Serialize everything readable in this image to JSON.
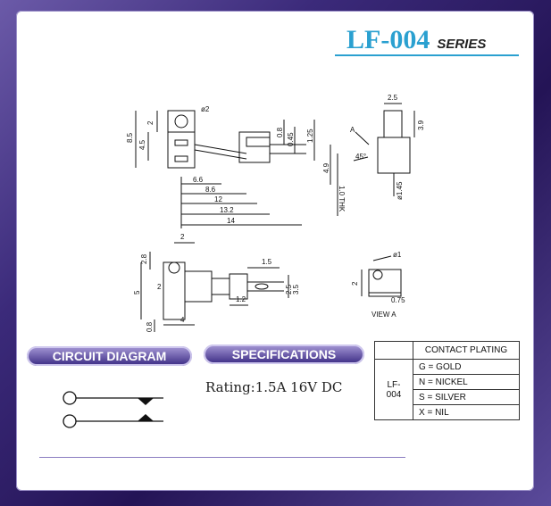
{
  "title": {
    "model": "LF-004",
    "series": "SERIES"
  },
  "sections": {
    "circuit": "CIRCUIT DIAGRAM",
    "specifications": "SPECIFICATIONS"
  },
  "rating": "Rating:1.5A 16V DC",
  "plating": {
    "header": "CONTACT PLATING",
    "series": "LF-004",
    "options": [
      "G = GOLD",
      "N = NICKEL",
      "S = SILVER",
      "X = NIL"
    ]
  },
  "dims": {
    "top_left": [
      "ø2",
      "2",
      "4.5",
      "8.5"
    ],
    "top_mid": [
      "0.8",
      "0.45",
      "1.25",
      "4.9",
      "6.6",
      "8.6",
      "12",
      "13.2",
      "14"
    ],
    "side": [
      "2.5",
      "3.9",
      "ø1.45",
      "1.0 THK",
      "45°",
      "A"
    ],
    "bottom_left": [
      "2",
      "2.8",
      "5",
      "2",
      "1.5",
      "2.5",
      "3.5",
      "1.2",
      "0.8",
      "4"
    ],
    "view_a": [
      "ø1",
      "2",
      "0.75",
      "VIEW A"
    ]
  },
  "colors": {
    "accent": "#2aa0d0",
    "frame": "#3b2a7a",
    "pill": "#3a2a82"
  }
}
